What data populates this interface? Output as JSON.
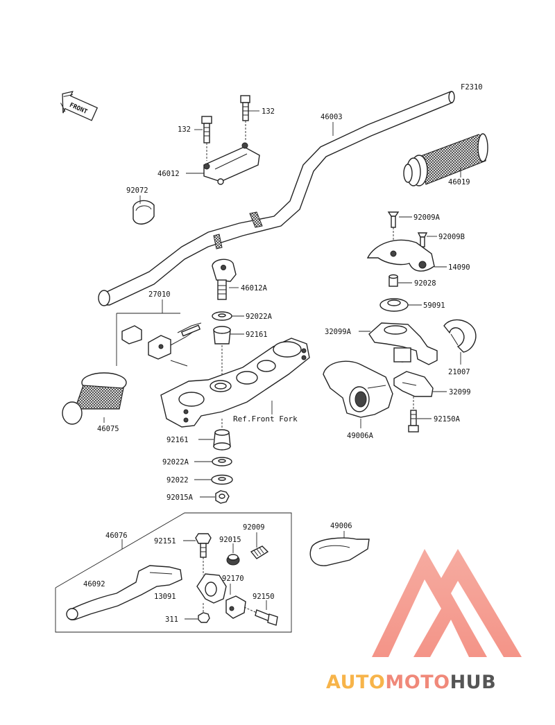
{
  "figure": {
    "code": "F2310",
    "front_arrow": "FRONT",
    "ref_note": "Ref.Front Fork"
  },
  "parts": {
    "p46003": "46003",
    "p132a": "132",
    "p132b": "132",
    "p46012": "46012",
    "p92072": "92072",
    "p46019": "46019",
    "p92009A": "92009A",
    "p92009B": "92009B",
    "p14090": "14090",
    "p92028": "92028",
    "p59091": "59091",
    "p32099A": "32099A",
    "p21007": "21007",
    "p32099": "32099",
    "p92150A": "92150A",
    "p49006A": "49006A",
    "p46012A": "46012A",
    "p92022A_top": "92022A",
    "p92161_top": "92161",
    "p27010": "27010",
    "p46075": "46075",
    "p92161_bot": "92161",
    "p92022A_bot": "92022A",
    "p92022": "92022",
    "p92015A": "92015A",
    "p46076": "46076",
    "p92151": "92151",
    "p92015": "92015",
    "p92009": "92009",
    "p46092": "46092",
    "p92170": "92170",
    "p13091": "13091",
    "p92150": "92150",
    "p311": "311",
    "p49006": "49006"
  },
  "watermark": {
    "brand_part1": "AUTO",
    "brand_part2": "MOTO",
    "brand_part3": "HUB",
    "color_light": "#f7b44a",
    "color_accent": "#f08a7a",
    "color_dark": "#555555"
  }
}
